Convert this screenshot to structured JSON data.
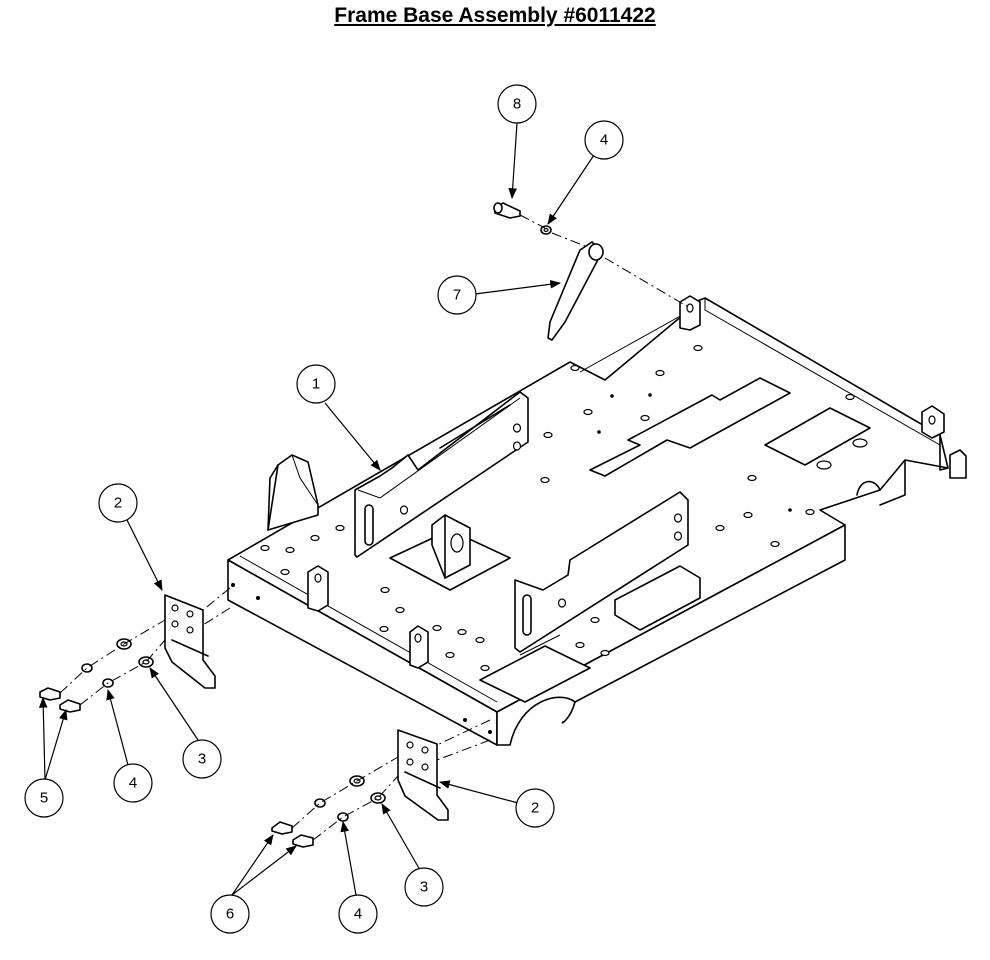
{
  "title": "Frame Base Assembly #6011422",
  "callouts": [
    {
      "id": "c8",
      "number": "8"
    },
    {
      "id": "c4a",
      "number": "4"
    },
    {
      "id": "c7",
      "number": "7"
    },
    {
      "id": "c1",
      "number": "1"
    },
    {
      "id": "c2a",
      "number": "2"
    },
    {
      "id": "c3a",
      "number": "3"
    },
    {
      "id": "c4b",
      "number": "4"
    },
    {
      "id": "c5",
      "number": "5"
    },
    {
      "id": "c2b",
      "number": "2"
    },
    {
      "id": "c3b",
      "number": "3"
    },
    {
      "id": "c4c",
      "number": "4"
    },
    {
      "id": "c6",
      "number": "6"
    }
  ]
}
